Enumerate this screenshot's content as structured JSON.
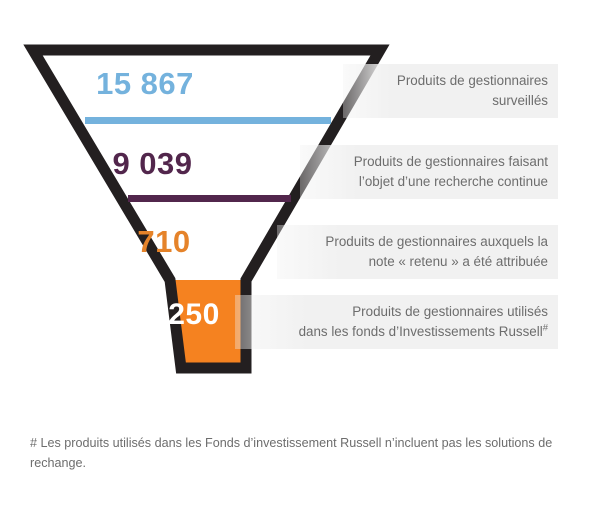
{
  "chart_data": {
    "type": "funnel",
    "title": "",
    "categories": [
      "Produits de gestionnaires surveillés",
      "Produits de gestionnaires faisant l’objet d’une recherche continue",
      "Produits de gestionnaires auxquels la note « retenu » a été attribuée",
      "Produits de gestionnaires utilisés dans les fonds d’Investissements Russell"
    ],
    "values": [
      15867,
      9039,
      710,
      250
    ],
    "value_labels": [
      "15 867",
      "9 039",
      "710",
      "250"
    ],
    "series": [
      {
        "name": "Produits de gestionnaires",
        "values": [
          15867,
          9039,
          710,
          250
        ]
      }
    ],
    "colors": [
      "#74b2dd",
      "#52264c",
      "#e5832a",
      "#f58220"
    ],
    "outline_color": "#231f20",
    "label_background": "#f1f1f1",
    "legend": "none",
    "grid": false
  },
  "funnel": {
    "stages": [
      {
        "value": "15 867",
        "value_color": "#74b2dd",
        "divider_color": "#74b2dd",
        "label_lines": [
          "Produits de gestionnaires",
          "surveillés"
        ]
      },
      {
        "value": "9 039",
        "value_color": "#52264c",
        "divider_color": "#52264c",
        "label_lines": [
          "Produits de gestionnaires faisant",
          "l’objet d’une recherche continue"
        ]
      },
      {
        "value": "710",
        "value_color": "#e5832a",
        "divider_color": "",
        "label_lines": [
          "Produits de gestionnaires auxquels la",
          "note « retenu » a été attribuée"
        ]
      },
      {
        "value": "250",
        "value_color": "#ffffff",
        "divider_color": "",
        "fill_color": "#f58220",
        "label_lines": [
          "Produits de gestionnaires utilisés",
          "dans les fonds d’Investissements Russell"
        ],
        "label_marker": "#"
      }
    ]
  },
  "footnote": {
    "text": "# Les produits utilisés dans les Fonds d’investissement Russell n’incluent pas les solutions de rechange."
  }
}
